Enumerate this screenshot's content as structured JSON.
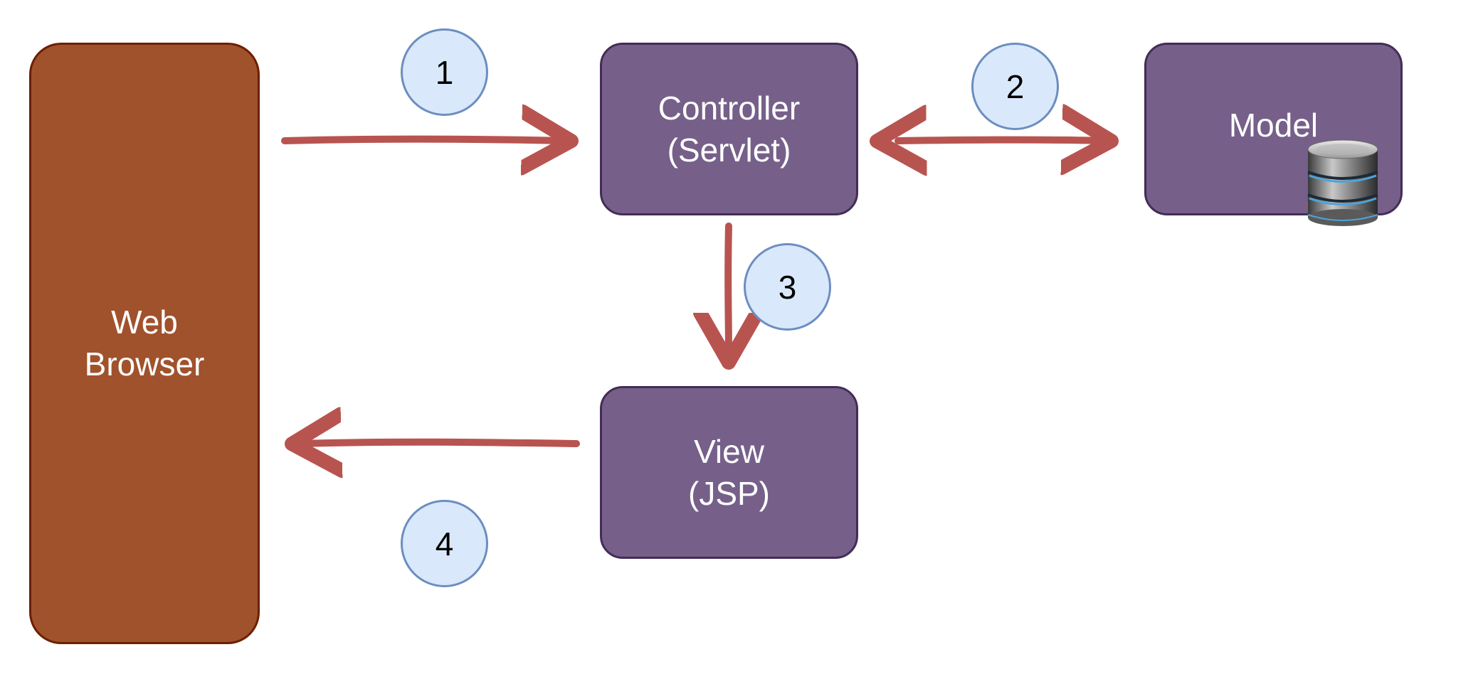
{
  "nodes": {
    "browser": {
      "line1": "Web",
      "line2": "Browser"
    },
    "controller": {
      "line1": "Controller",
      "line2": "(Servlet)"
    },
    "view": {
      "line1": "View",
      "line2": "(JSP)"
    },
    "model": {
      "label": "Model",
      "icon": "database-icon"
    }
  },
  "steps": [
    "1",
    "2",
    "3",
    "4"
  ],
  "colors": {
    "browser_fill": "#a0522d",
    "component_fill": "#76608a",
    "badge_fill": "#dae8fc",
    "arrow": "#b85450"
  }
}
